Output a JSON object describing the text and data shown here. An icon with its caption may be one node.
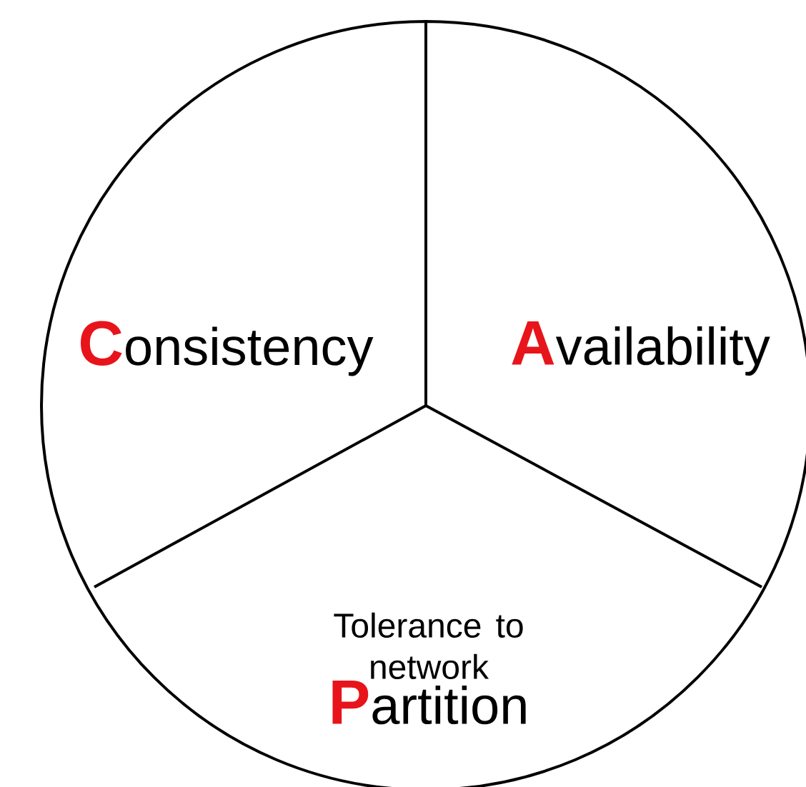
{
  "diagram": {
    "nodes": [
      {
        "text": [
          "**C**onsistency"
        ]
      },
      {
        "text": [
          "**A**vailability"
        ]
      },
      {
        "text": [
          "Tolerance to network",
          "**P**artition"
        ]
      }
    ]
  }
}
